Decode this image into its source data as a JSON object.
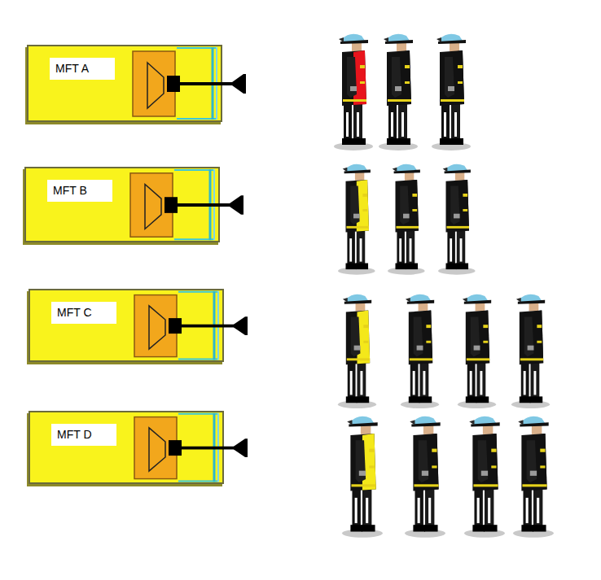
{
  "diagram": {
    "nodes": [
      {
        "text": [
          "MFT A"
        ]
      },
      {
        "text": [
          "MFT B"
        ]
      },
      {
        "text": [
          "MFT C"
        ]
      },
      {
        "text": [
          "MFT D"
        ]
      }
    ]
  }
}
